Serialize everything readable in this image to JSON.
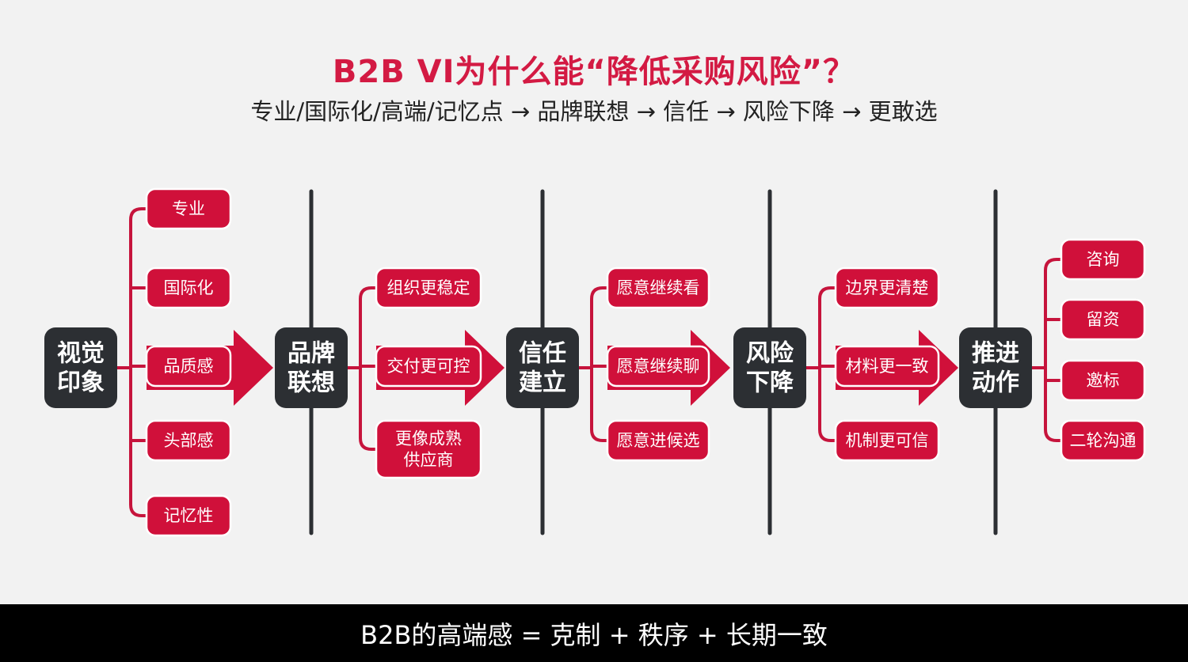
{
  "header": {
    "title": "B2B VI为什么能“降低采购风险”？",
    "subtitle": "专业/国际化/高端/记忆点 → 品牌联想 → 信任 → 风险下降 → 更敢选"
  },
  "stages": [
    {
      "main": [
        "视觉",
        "印象"
      ],
      "items": [
        [
          "专业"
        ],
        [
          "国际化"
        ],
        [
          "品质感"
        ],
        [
          "头部感"
        ],
        [
          "记忆性"
        ]
      ]
    },
    {
      "main": [
        "品牌",
        "联想"
      ],
      "items": [
        [
          "组织更稳定"
        ],
        [
          "交付更可控"
        ],
        [
          "更像成熟",
          "供应商"
        ]
      ]
    },
    {
      "main": [
        "信任",
        "建立"
      ],
      "items": [
        [
          "愿意继续看"
        ],
        [
          "愿意继续聊"
        ],
        [
          "愿意进候选"
        ]
      ]
    },
    {
      "main": [
        "风险",
        "下降"
      ],
      "items": [
        [
          "边界更清楚"
        ],
        [
          "材料更一致"
        ],
        [
          "机制更可信"
        ]
      ]
    },
    {
      "main": [
        "推进",
        "动作"
      ],
      "items": [
        [
          "咨询"
        ],
        [
          "留资"
        ],
        [
          "邀标"
        ],
        [
          "二轮沟通"
        ]
      ]
    }
  ],
  "footer": {
    "text": "B2B的高端感 = 克制 + 秩序 + 长期一致"
  },
  "colors": {
    "accent": "#d0103a",
    "dark": "#2c2f33",
    "background": "#f2f2f2"
  }
}
